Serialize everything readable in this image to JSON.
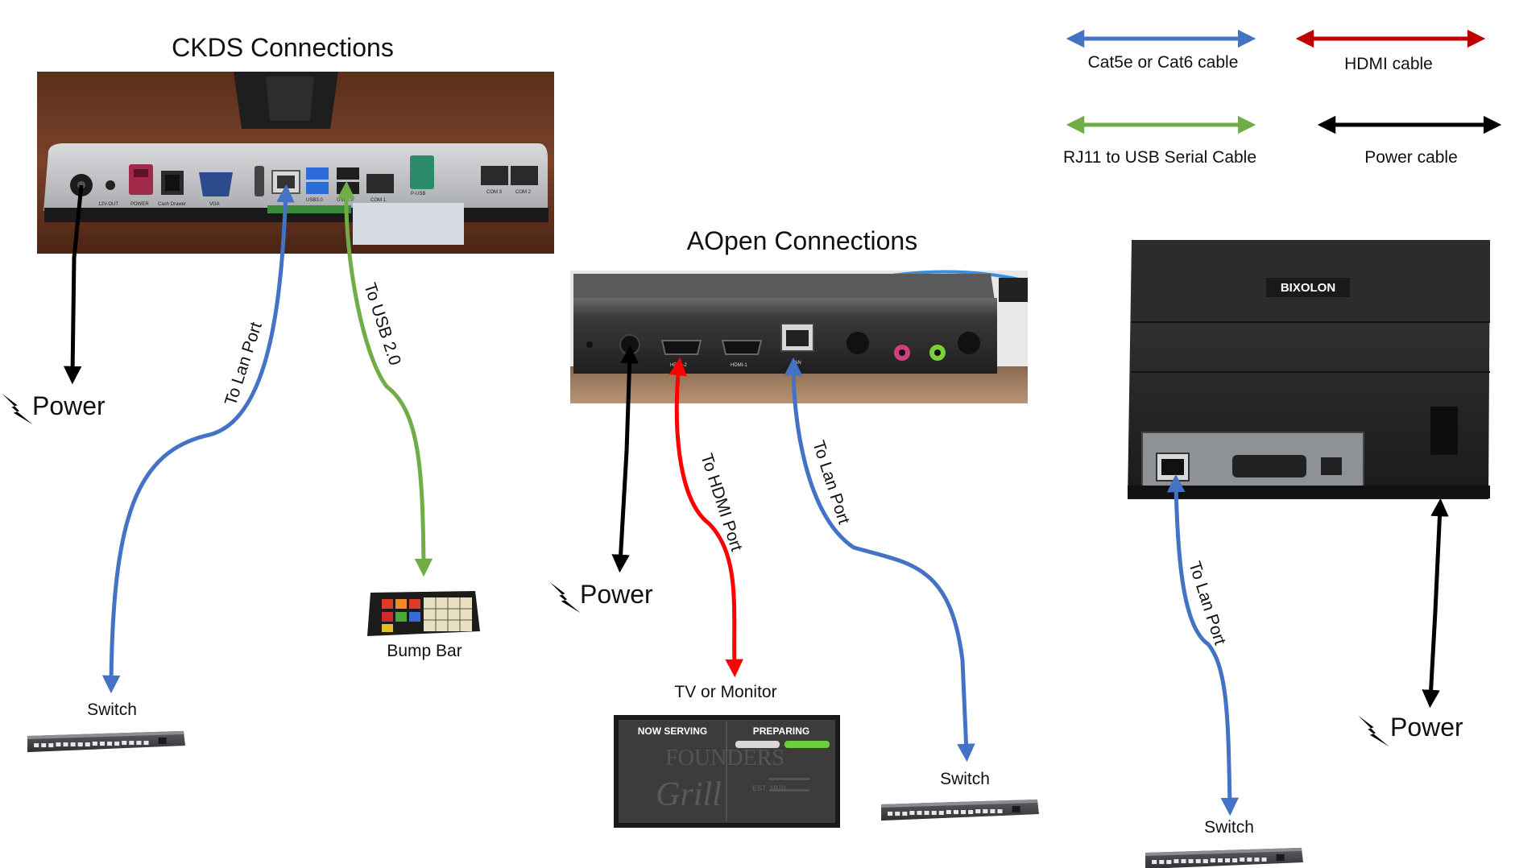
{
  "titles": {
    "ckds": "CKDS Connections",
    "aopen": "AOpen Connections"
  },
  "legend": [
    {
      "label": "Cat5e or Cat6 cable",
      "color": "#4472C4"
    },
    {
      "label": "HDMI cable",
      "color": "#C00000"
    },
    {
      "label": "RJ11 to USB Serial Cable",
      "color": "#70AD47"
    },
    {
      "label": "Power cable",
      "color": "#000000"
    }
  ],
  "cable_labels": {
    "ckds_lan": "To Lan Port",
    "ckds_usb": "To USB 2.0",
    "aopen_hdmi": "To HDMI Port",
    "aopen_lan": "To Lan Port",
    "printer_lan": "To Lan Port"
  },
  "power_label": "Power",
  "device_labels": {
    "switch": "Switch",
    "bump_bar": "Bump Bar",
    "tv": "TV or Monitor"
  },
  "ckds_ports": [
    "12V-OUT",
    "POWER",
    "Cash Drawer",
    "VGA",
    "USB3.0",
    "USB2.0",
    "COM 1",
    "P-USB",
    "COM 3",
    "COM 2"
  ],
  "aopen_ports": [
    "HDMI-2",
    "HDMI-1",
    "LAN"
  ],
  "printer_brand": "BIXOLON",
  "tv_screen": {
    "now_serving": "NOW SERVING",
    "preparing": "PREPARING",
    "watermark_top": "FOUNDERS",
    "watermark_script": "Grill",
    "est": "EST. 1970"
  },
  "colors": {
    "lan": "#4472C4",
    "hdmi": "#FF0000",
    "usb": "#70AD47",
    "power": "#000000"
  }
}
